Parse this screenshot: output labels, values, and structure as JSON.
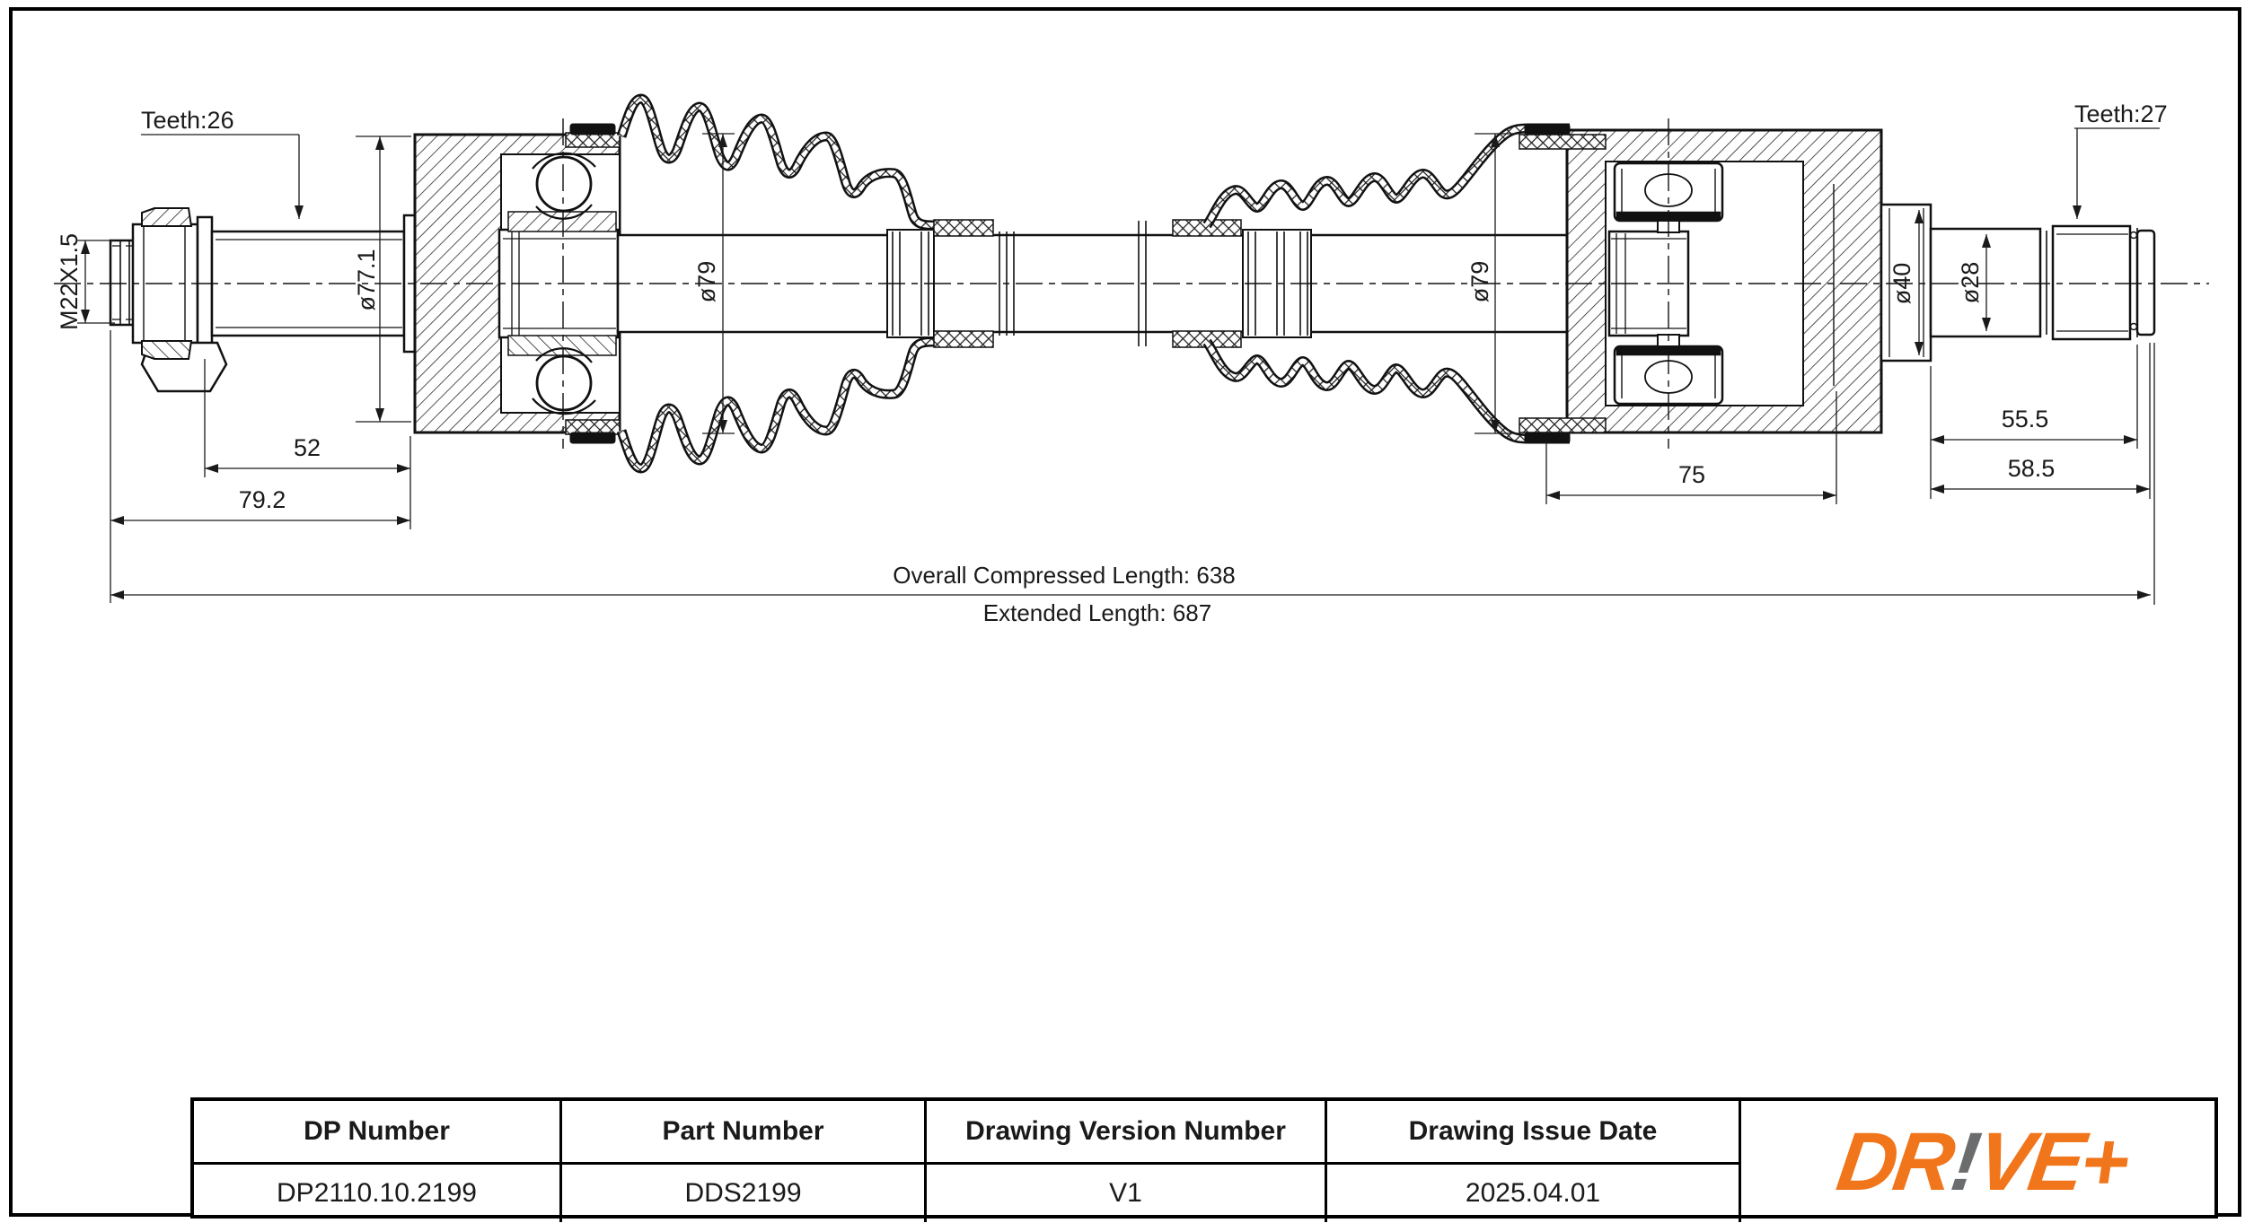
{
  "drawing": {
    "labels": {
      "teeth_left": "Teeth:26",
      "teeth_right": "Teeth:27",
      "thread_spec": "M22X1.5",
      "joint_diameter": "ø77.1",
      "boot_diameter_left": "ø79",
      "boot_diameter_right": "ø79",
      "collar_diameter": "ø40",
      "output_shaft_diameter": "ø28"
    },
    "dimensions": {
      "left_spline_length": "52",
      "left_stub_length": "79.2",
      "housing_length": "75",
      "right_spline_length": "55.5",
      "right_stub_length": "58.5",
      "overall_compressed": "Overall  Compressed  Length: 638",
      "extended": "Extended  Length: 687"
    }
  },
  "title_block": {
    "headers": [
      "DP Number",
      "Part Number",
      "Drawing Version Number",
      "Drawing Issue Date"
    ],
    "values": [
      "DP2110.10.2199",
      "DDS2199",
      "V1",
      "2025.04.01"
    ]
  },
  "logo": {
    "part1": "DR",
    "bang": "!",
    "part2": "VE+",
    "orange": "#F1751B",
    "gray": "#6B6C6E"
  }
}
